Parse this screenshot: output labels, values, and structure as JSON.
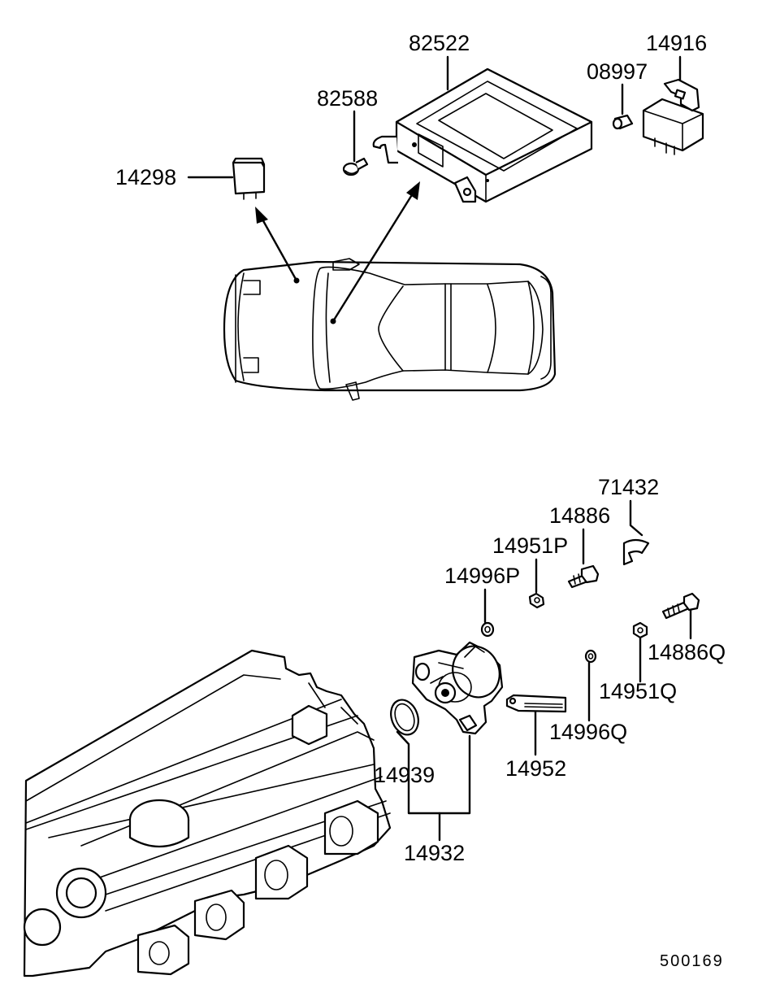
{
  "callouts": {
    "c82522": "82522",
    "c14916": "14916",
    "c08997": "08997",
    "c82588": "82588",
    "c14298": "14298",
    "c71432": "71432",
    "c14886": "14886",
    "c14951P": "14951P",
    "c14996P": "14996P",
    "c14886Q": "14886Q",
    "c14951Q": "14951Q",
    "c14996Q": "14996Q",
    "c14952": "14952",
    "c14939": "14939",
    "c14932": "14932"
  },
  "diagram_id": "500169"
}
